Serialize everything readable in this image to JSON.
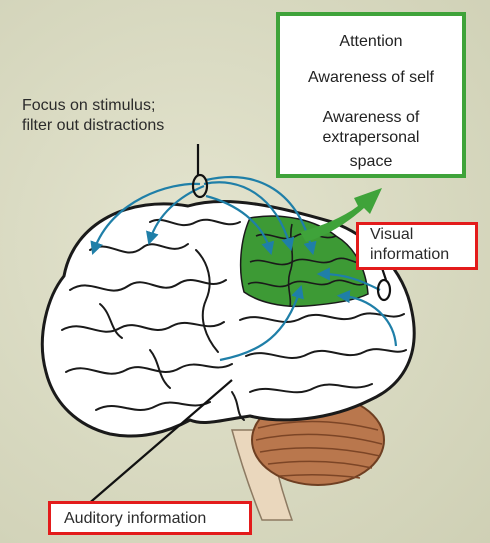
{
  "labels": {
    "focus_line1": "Focus on stimulus;",
    "focus_line2": "filter out distractions",
    "visual_line1": "Visual",
    "visual_line2": "information",
    "auditory": "Auditory information"
  },
  "green_box": {
    "line1": "Attention",
    "line2": "Awareness of self",
    "line3": "Awareness of",
    "line4": "extrapersonal",
    "line5": "space"
  },
  "colors": {
    "highlight_green": "#3fa33a",
    "cortex_green": "#3d9a35",
    "arrow_blue": "#1f7fa8",
    "red_box": "#e31b1b",
    "cerebellum": "#b9774d"
  },
  "icons": [
    "brain",
    "cerebellum",
    "brainstem",
    "pathway-arrow",
    "output-arrow"
  ]
}
